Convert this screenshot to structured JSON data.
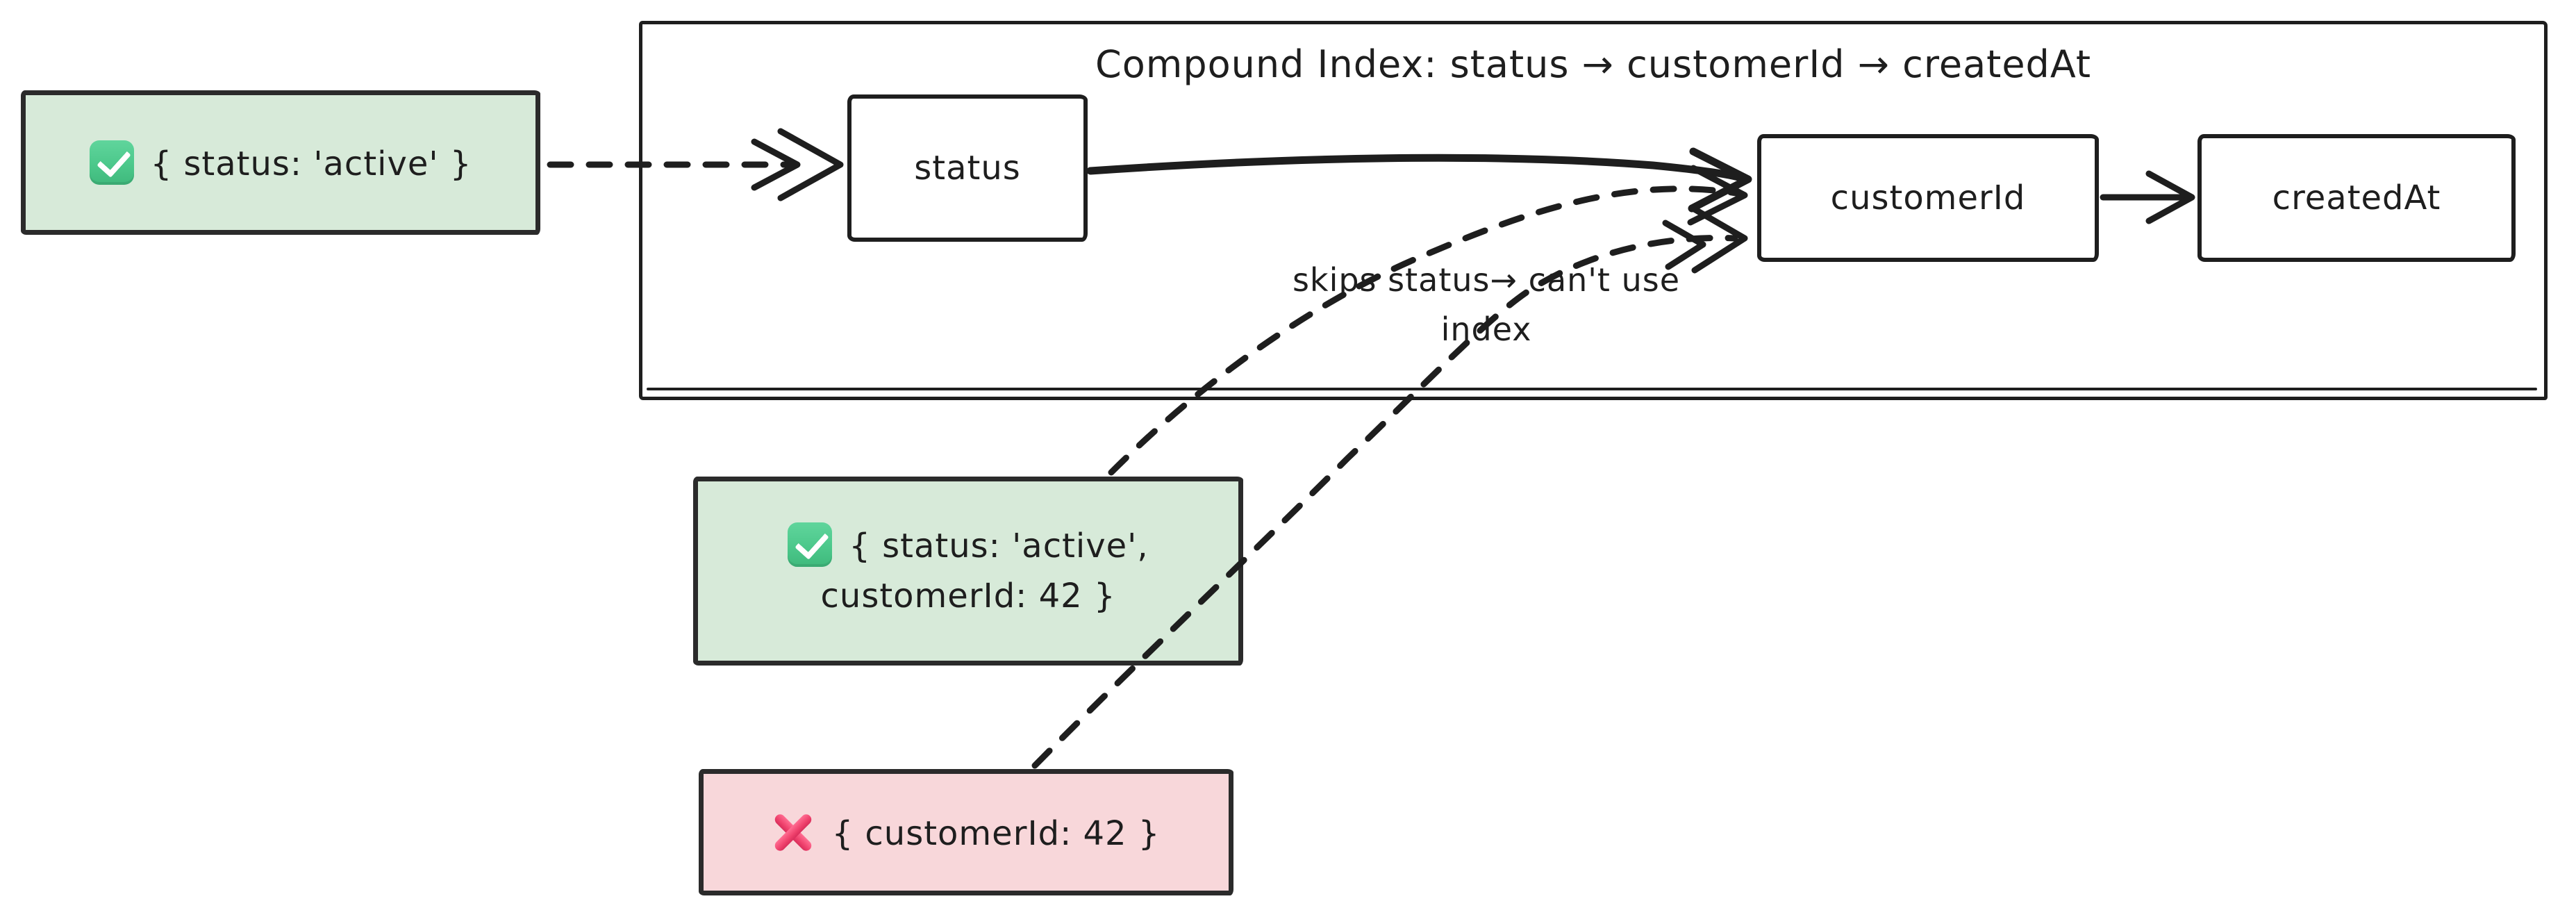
{
  "diagram": {
    "title": "Compound Index: status → customerId → createdAt",
    "index_fields": [
      {
        "label": "status"
      },
      {
        "label": "customerId"
      },
      {
        "label": "createdAt"
      }
    ],
    "queries": [
      {
        "icon": "check-icon",
        "supported": true,
        "text": "{ status: 'active' }"
      },
      {
        "icon": "check-icon",
        "supported": true,
        "text": "{ status: 'active', customerId: 42 }"
      },
      {
        "icon": "cross-icon",
        "supported": false,
        "text": "{ customerId: 42 }"
      }
    ],
    "annotation": "skips status→ can't use index",
    "edges": [
      {
        "from": "query-status-active",
        "to": "status",
        "style": "dashed"
      },
      {
        "from": "status",
        "to": "customerId",
        "style": "solid"
      },
      {
        "from": "customerId",
        "to": "createdAt",
        "style": "solid"
      },
      {
        "from": "query-status-customerid",
        "to": "customerId",
        "style": "dashed"
      },
      {
        "from": "query-customerid-only",
        "to": "customerId",
        "style": "dashed"
      }
    ],
    "colors": {
      "ink": "#1e1e1e",
      "green-fill": "#d7ead9",
      "pink-fill": "#f8d7da",
      "check-green": "#4cc88b",
      "cross-red": "#f0436e",
      "paper": "#ffffff"
    }
  }
}
